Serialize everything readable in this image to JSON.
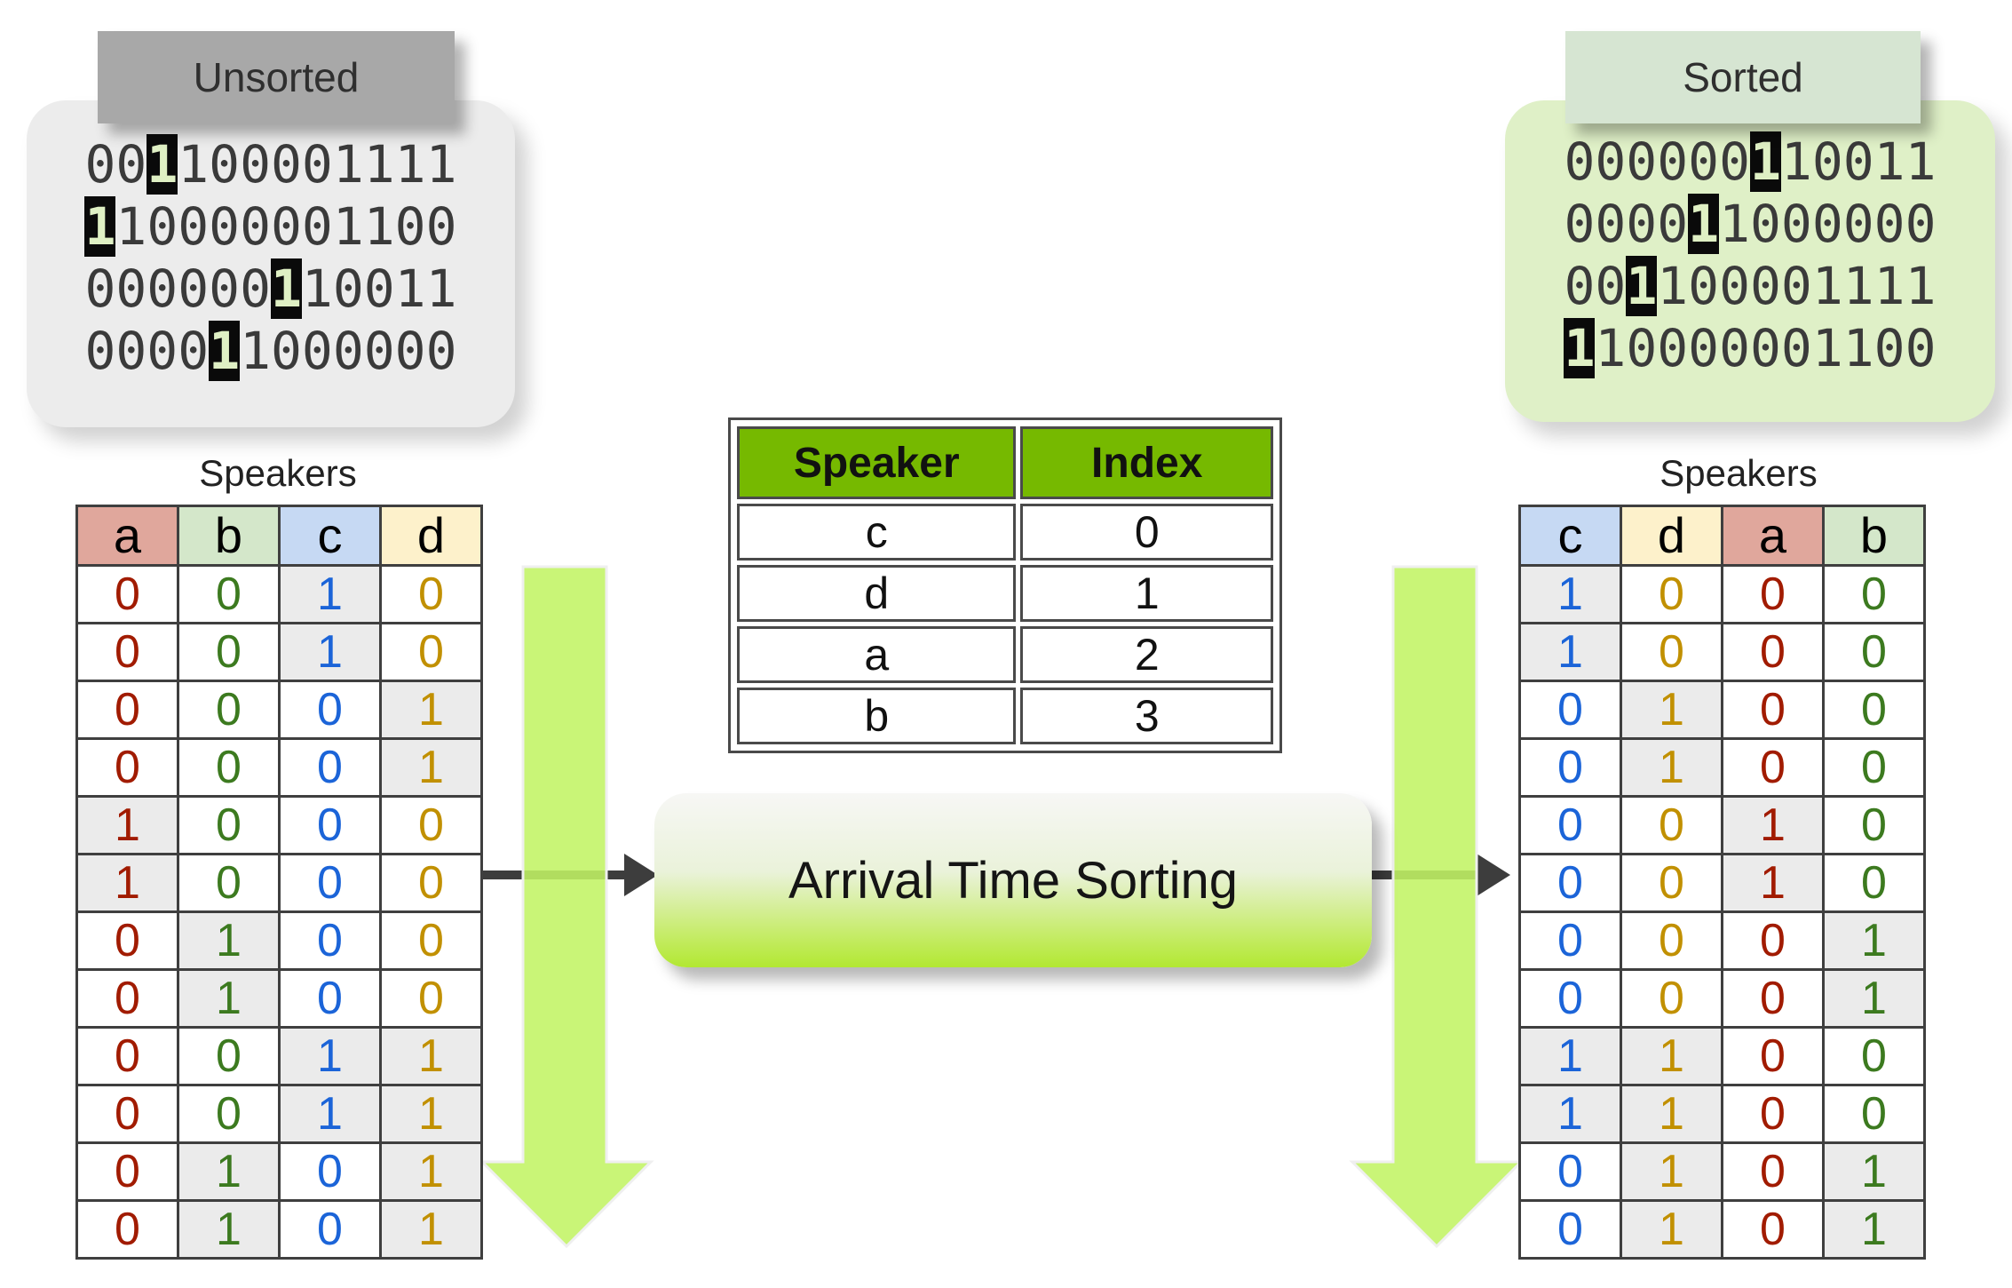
{
  "unsorted": {
    "label": "Unsorted",
    "lines": [
      {
        "text": "001100001111",
        "highlight_index": 2
      },
      {
        "text": "110000001100",
        "highlight_index": 0
      },
      {
        "text": "000000110011",
        "highlight_index": 6
      },
      {
        "text": "000011000000",
        "highlight_index": 4
      }
    ],
    "body_bg": "#ececec",
    "label_bg": "#a8a8a8"
  },
  "sorted": {
    "label": "Sorted",
    "lines": [
      {
        "text": "000000110011",
        "highlight_index": 6
      },
      {
        "text": "000011000000",
        "highlight_index": 4
      },
      {
        "text": "001100001111",
        "highlight_index": 2
      },
      {
        "text": "110000001100",
        "highlight_index": 0
      }
    ],
    "body_bg": "#dff0c7",
    "label_bg": "#d6e5d2"
  },
  "left_table": {
    "title": "Speakers",
    "columns": [
      {
        "label": "a",
        "header_bg": "#e0a79c",
        "digit_color": "#a11b00"
      },
      {
        "label": "b",
        "header_bg": "#d4e7ca",
        "digit_color": "#3c7a1f"
      },
      {
        "label": "c",
        "header_bg": "#c6d9f3",
        "digit_color": "#1b64d8"
      },
      {
        "label": "d",
        "header_bg": "#fdf1cb",
        "digit_color": "#c19000"
      }
    ],
    "rows": [
      [
        0,
        0,
        1,
        0
      ],
      [
        0,
        0,
        1,
        0
      ],
      [
        0,
        0,
        0,
        1
      ],
      [
        0,
        0,
        0,
        1
      ],
      [
        1,
        0,
        0,
        0
      ],
      [
        1,
        0,
        0,
        0
      ],
      [
        0,
        1,
        0,
        0
      ],
      [
        0,
        1,
        0,
        0
      ],
      [
        0,
        0,
        1,
        1
      ],
      [
        0,
        0,
        1,
        1
      ],
      [
        0,
        1,
        0,
        1
      ],
      [
        0,
        1,
        0,
        1
      ]
    ]
  },
  "right_table": {
    "title": "Speakers",
    "columns": [
      {
        "label": "c",
        "header_bg": "#c6d9f3",
        "digit_color": "#1b64d8"
      },
      {
        "label": "d",
        "header_bg": "#fdf1cb",
        "digit_color": "#c19000"
      },
      {
        "label": "a",
        "header_bg": "#e0a79c",
        "digit_color": "#a11b00"
      },
      {
        "label": "b",
        "header_bg": "#d4e7ca",
        "digit_color": "#3c7a1f"
      }
    ],
    "rows": [
      [
        1,
        0,
        0,
        0
      ],
      [
        1,
        0,
        0,
        0
      ],
      [
        0,
        1,
        0,
        0
      ],
      [
        0,
        1,
        0,
        0
      ],
      [
        0,
        0,
        1,
        0
      ],
      [
        0,
        0,
        1,
        0
      ],
      [
        0,
        0,
        0,
        1
      ],
      [
        0,
        0,
        0,
        1
      ],
      [
        1,
        1,
        0,
        0
      ],
      [
        1,
        1,
        0,
        0
      ],
      [
        0,
        1,
        0,
        1
      ],
      [
        0,
        1,
        0,
        1
      ]
    ]
  },
  "mapping_table": {
    "headers": [
      "Speaker",
      "Index"
    ],
    "header_bg": "#76b900",
    "rows": [
      [
        "c",
        "0"
      ],
      [
        "d",
        "1"
      ],
      [
        "a",
        "2"
      ],
      [
        "b",
        "3"
      ]
    ]
  },
  "process_box": {
    "label": "Arrival Time Sorting"
  },
  "arrows": {
    "down_arrow_color": "#c1f464",
    "flow_arrow_color": "#3d3d3d"
  },
  "cell_one_bg": "#ebebeb"
}
